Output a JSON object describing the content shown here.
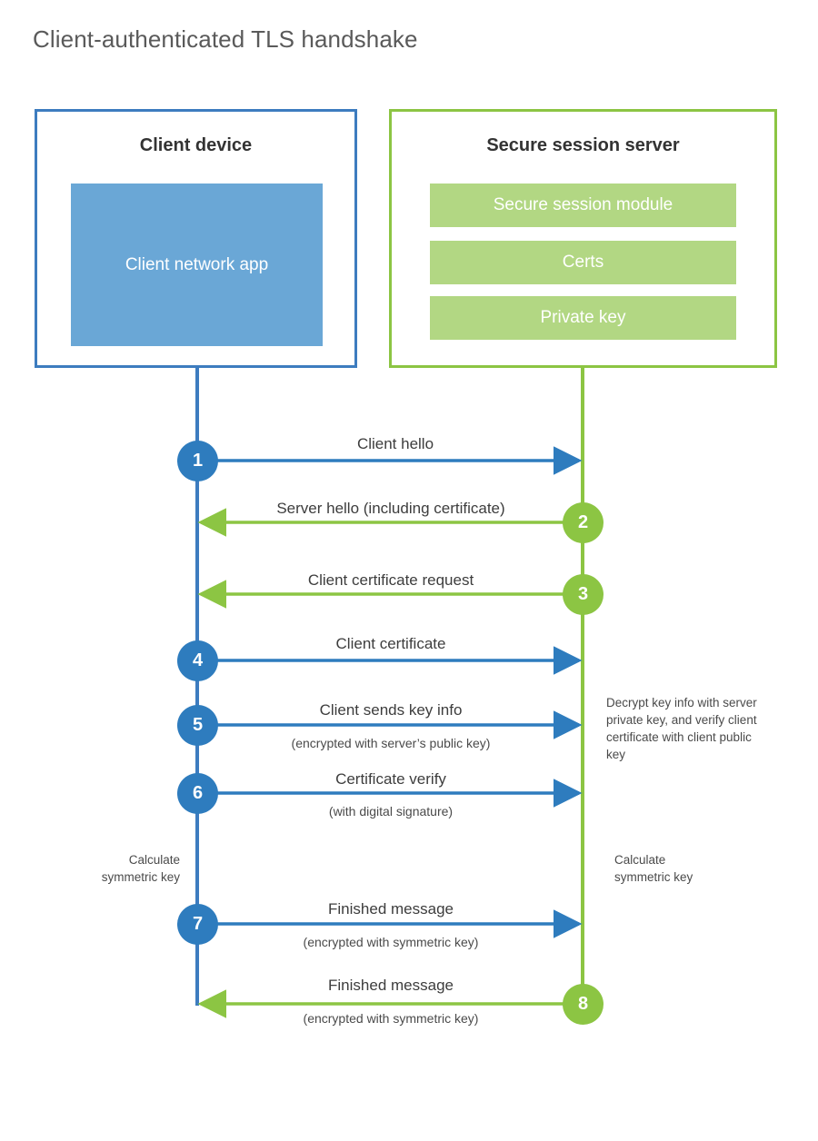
{
  "title": "Client-authenticated TLS handshake",
  "colors": {
    "client_accent": "#3d7cbf",
    "client_circle": "#2e7cbe",
    "client_app_fill": "#6aa7d6",
    "server_accent": "#8cc543",
    "server_bar_fill": "#b2d783",
    "text": "#3b3b3b",
    "title_text": "#5a5a5a",
    "background": "#ffffff"
  },
  "client": {
    "title": "Client device",
    "app_label": "Client network app"
  },
  "server": {
    "title": "Secure session server",
    "components": [
      "Secure session module",
      "Certs",
      "Private key"
    ]
  },
  "steps": [
    {
      "number": "1",
      "label": "Client hello",
      "sublabel": "",
      "direction": "client-to-server",
      "origin": "client"
    },
    {
      "number": "2",
      "label": "Server hello (including certificate)",
      "sublabel": "",
      "direction": "server-to-client",
      "origin": "server"
    },
    {
      "number": "3",
      "label": "Client certificate request",
      "sublabel": "",
      "direction": "server-to-client",
      "origin": "server"
    },
    {
      "number": "4",
      "label": "Client certificate",
      "sublabel": "",
      "direction": "client-to-server",
      "origin": "client"
    },
    {
      "number": "5",
      "label": "Client sends key info",
      "sublabel": "(encrypted with server’s public key)",
      "direction": "client-to-server",
      "origin": "client"
    },
    {
      "number": "6",
      "label": "Certificate verify",
      "sublabel": "(with digital signature)",
      "direction": "client-to-server",
      "origin": "client"
    },
    {
      "number": "7",
      "label": "Finished message",
      "sublabel": "(encrypted with symmetric key)",
      "direction": "client-to-server",
      "origin": "client"
    },
    {
      "number": "8",
      "label": "Finished message",
      "sublabel": "(encrypted with symmetric key)",
      "direction": "server-to-client",
      "origin": "server"
    }
  ],
  "annotations": {
    "server_decrypt_note": "Decrypt key info with server private key, and verify client certificate with client public key",
    "client_calculate_note_line1": "Calculate",
    "client_calculate_note_line2": "symmetric key",
    "server_calculate_note_line1": "Calculate",
    "server_calculate_note_line2": "symmetric key"
  }
}
